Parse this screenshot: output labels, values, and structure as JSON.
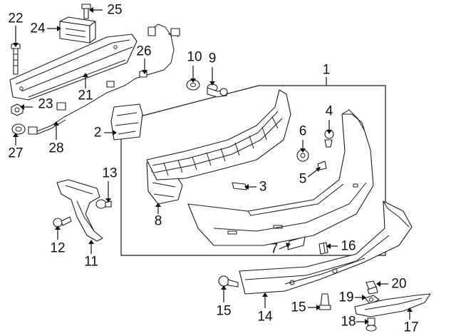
{
  "diagram": {
    "accent_color": "#1a1a1a",
    "callouts": [
      {
        "id": "1",
        "label": "1"
      },
      {
        "id": "2",
        "label": "2"
      },
      {
        "id": "3",
        "label": "3"
      },
      {
        "id": "4",
        "label": "4"
      },
      {
        "id": "5",
        "label": "5"
      },
      {
        "id": "6",
        "label": "6"
      },
      {
        "id": "7",
        "label": "7"
      },
      {
        "id": "8",
        "label": "8"
      },
      {
        "id": "9",
        "label": "9"
      },
      {
        "id": "10",
        "label": "10"
      },
      {
        "id": "11",
        "label": "11"
      },
      {
        "id": "12",
        "label": "12"
      },
      {
        "id": "13",
        "label": "13"
      },
      {
        "id": "14",
        "label": "14"
      },
      {
        "id": "15a",
        "label": "15"
      },
      {
        "id": "15b",
        "label": "15"
      },
      {
        "id": "16",
        "label": "16"
      },
      {
        "id": "17",
        "label": "17"
      },
      {
        "id": "18",
        "label": "18"
      },
      {
        "id": "19",
        "label": "19"
      },
      {
        "id": "20",
        "label": "20"
      },
      {
        "id": "21",
        "label": "21"
      },
      {
        "id": "22",
        "label": "22"
      },
      {
        "id": "23",
        "label": "23"
      },
      {
        "id": "24",
        "label": "24"
      },
      {
        "id": "25",
        "label": "25"
      },
      {
        "id": "26",
        "label": "26"
      },
      {
        "id": "27",
        "label": "27"
      },
      {
        "id": "28",
        "label": "28"
      }
    ]
  }
}
